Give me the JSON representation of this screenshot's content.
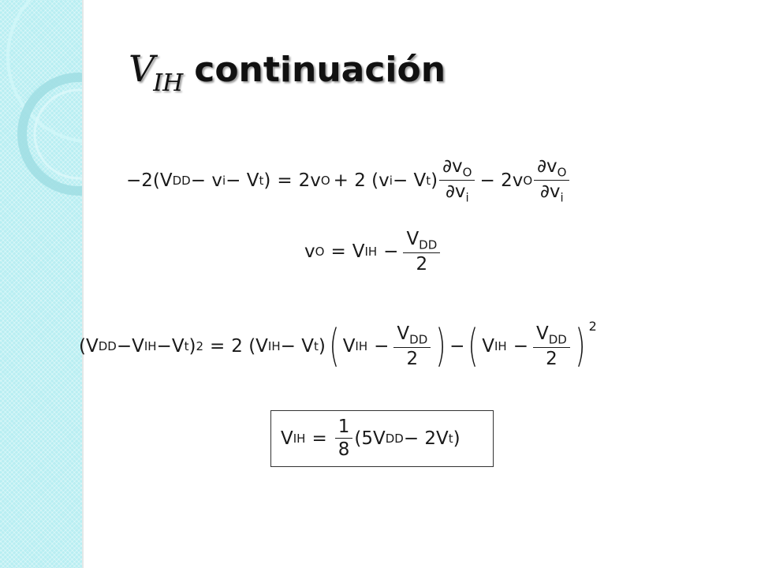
{
  "slide": {
    "title_symbol": "V",
    "title_subscript": "IH",
    "title_word": "continuación"
  },
  "equations": {
    "eq1": {
      "lhs": "−2(V",
      "lhs_sub1": "DD",
      "lhs_mid1": " − v",
      "lhs_sub2": "i",
      "lhs_mid2": " − V",
      "lhs_sub3": "t",
      "lhs_end": ")",
      "eq_sign": "=",
      "t1": "2v",
      "t1_sub": "O",
      "t2": "+ 2 (v",
      "t2_sub": "i",
      "t2_mid": " − V",
      "t2_sub2": "t",
      "t2_end": ")",
      "frac1_num": "∂v",
      "frac1_num_sub": "O",
      "frac1_den": "∂v",
      "frac1_den_sub": "i",
      "t3": "− 2v",
      "t3_sub": "O",
      "frac2_num": "∂v",
      "frac2_num_sub": "O",
      "frac2_den": "∂v",
      "frac2_den_sub": "i"
    },
    "eq2": {
      "lhs": "v",
      "lhs_sub": "O",
      "eq_sign": "=",
      "rhs": "V",
      "rhs_sub": "IH",
      "minus": "−",
      "frac_num": "V",
      "frac_num_sub": "DD",
      "frac_den": "2"
    },
    "eq3": {
      "lhs": "(V",
      "lhs_sub1": "DD",
      "lhs_mid1": "−V",
      "lhs_sub2": "IH",
      "lhs_mid2": "−V",
      "lhs_sub3": "t",
      "lhs_end": ")",
      "lhs_pow": "2",
      "eq_sign": "=",
      "t1": "2 (V",
      "t1_sub": "IH",
      "t1_mid": " − V",
      "t1_sub2": "t",
      "t1_end": ")",
      "p1_open": "(",
      "p1_v": "V",
      "p1_v_sub": "IH",
      "p1_minus": "−",
      "p1_frac_num": "V",
      "p1_frac_num_sub": "DD",
      "p1_frac_den": "2",
      "p1_close": ")",
      "minus": "−",
      "p2_open": "(",
      "p2_v": "V",
      "p2_v_sub": "IH",
      "p2_minus": "−",
      "p2_frac_num": "V",
      "p2_frac_num_sub": "DD",
      "p2_frac_den": "2",
      "p2_close": ")",
      "p2_pow": "2"
    },
    "eq4": {
      "lhs": "V",
      "lhs_sub": "IH",
      "eq_sign": "=",
      "frac_num": "1",
      "frac_den": "8",
      "rhs_open": "(5V",
      "rhs_sub1": "DD",
      "rhs_mid": " − 2V",
      "rhs_sub2": "t",
      "rhs_close": ")"
    }
  },
  "colors": {
    "sidebar": "#b8eef2",
    "sidebar_ring": "#9fdde3",
    "text": "#1a1a1a"
  }
}
